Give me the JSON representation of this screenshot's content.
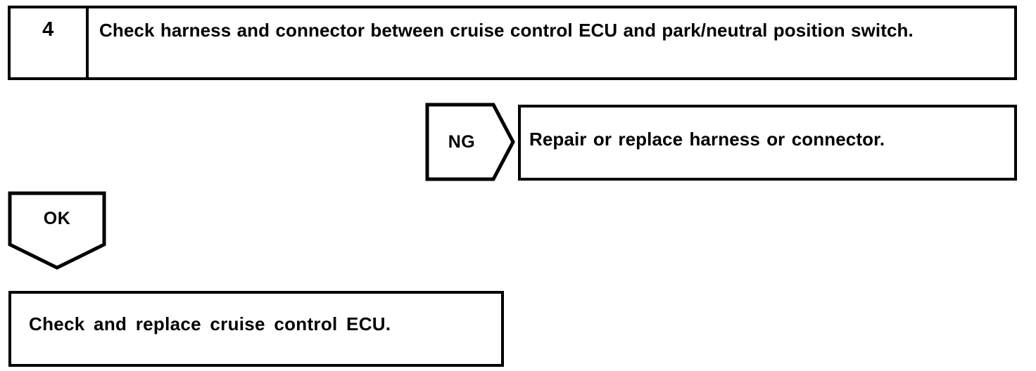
{
  "diagram": {
    "type": "troubleshooting-flowchart",
    "step": {
      "number": "4",
      "instruction": "Check harness and connector between cruise control ECU and park/neutral position switch."
    },
    "branches": [
      {
        "label": "NG",
        "direction": "right",
        "shape": "pentagon-arrow-right",
        "target": "Repair or replace harness or connector."
      },
      {
        "label": "OK",
        "direction": "down",
        "shape": "pentagon-arrow-down",
        "target": "Check and replace cruise control ECU."
      }
    ],
    "ng_result": "Repair or replace harness or connector.",
    "ok_result": "Check and replace cruise control ECU.",
    "colors": {
      "ink": "#000000",
      "paper": "#ffffff"
    }
  }
}
